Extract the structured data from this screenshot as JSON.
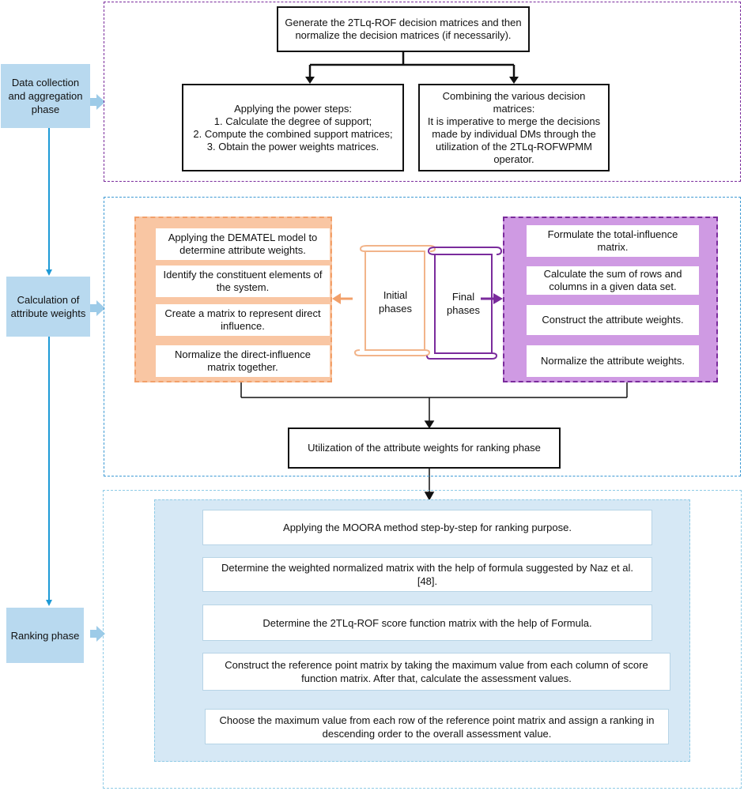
{
  "phases": {
    "data_collection": "Data collection and aggregation phase",
    "calculation": "Calculation of attribute weights",
    "ranking": "Ranking phase"
  },
  "section1": {
    "top": "Generate the 2TLq-ROF decision matrices and then normalize the decision matrices (if necessarily).",
    "power_title": "Applying the power steps:",
    "power_step1": "1. Calculate the degree of support;",
    "power_step2": "2. Compute the combined support matrices;",
    "power_step3": "3. Obtain the power weights matrices.",
    "combine_title": "Combining the various decision matrices:",
    "combine_body": "It is imperative to merge the decisions made by individual DMs through the utilization of the 2TLq-ROFWPMM operator."
  },
  "section2": {
    "initial_items": [
      "Applying the DEMATEL model to determine attribute weights.",
      "Identify the constituent elements of the system.",
      "Create a matrix to represent direct influence.",
      "Normalize the direct-influence matrix together."
    ],
    "final_items": [
      "Formulate the total-influence matrix.",
      "Calculate the sum of rows and columns in a given data set.",
      "Construct the attribute weights.",
      "Normalize the attribute weights."
    ],
    "initial_label": "Initial phases",
    "final_label": "Final phases",
    "bottom": "Utilization of the attribute weights for ranking phase"
  },
  "section3": {
    "steps": [
      "Applying the MOORA method step-by-step for ranking purpose.",
      "Determine the weighted normalized matrix with the help of formula suggested by Naz et al. [48].",
      "Determine the 2TLq-ROF score function matrix with the help of Formula.",
      "Construct the reference point matrix by taking the maximum value from each column of score function matrix. After that, calculate the assessment values.",
      "Choose the maximum value from each row of the reference point matrix and assign a ranking in descending order to the overall assessment value."
    ]
  },
  "colors": {
    "phase_fill": "#b8d9ef",
    "left_line": "#1e9ad6",
    "orange_fill": "#f9c6a3",
    "orange_border": "#f2a06a",
    "purple_fill": "#cf9ae3",
    "purple_border": "#7a2b9c",
    "ranking_fill": "#d6e8f5"
  }
}
